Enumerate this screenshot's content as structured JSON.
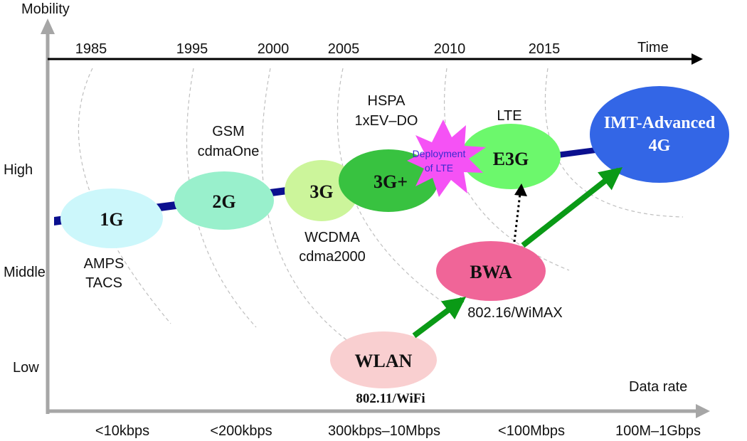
{
  "axes": {
    "y_title": "Mobility",
    "time_title": "Time",
    "x_title": "Data rate",
    "mobility_levels": [
      "High",
      "Middle",
      "Low"
    ],
    "years": [
      "1985",
      "1995",
      "2000",
      "2005",
      "2010",
      "2015"
    ],
    "data_rates": [
      "<10kbps",
      "<200kbps",
      "300kbps–10Mbps",
      "<100Mbps",
      "100M–1Gbps"
    ]
  },
  "generations": {
    "g1": {
      "label": "1G",
      "tech": [
        "AMPS",
        "TACS"
      ]
    },
    "g2": {
      "label": "2G",
      "tech": [
        "GSM",
        "cdmaOne"
      ]
    },
    "g3": {
      "label": "3G",
      "tech": [
        "WCDMA",
        "cdma2000"
      ]
    },
    "g3p": {
      "label": "3G+",
      "tech": [
        "HSPA",
        "1xEV–DO"
      ]
    },
    "e3g": {
      "label": "E3G",
      "tech": "LTE"
    },
    "imt": {
      "label_line1": "IMT-Advanced",
      "label_line2": "4G"
    }
  },
  "deployment": {
    "line1": "Deployment",
    "line2": "of LTE"
  },
  "bwa": {
    "label": "BWA",
    "standard": "802.16/WiMAX"
  },
  "wlan": {
    "label": "WLAN",
    "standard": "802.11/WiFi"
  },
  "colors": {
    "axis_gray": "#a6a6a6",
    "evolution_band": "#0b108f",
    "g1": "#ccf7fb",
    "g2": "#99f0cc",
    "g3": "#ccf59b",
    "g3p": "#38c240",
    "e3g": "#6cf86c",
    "imt": "#3366e6",
    "bwa": "#f06598",
    "wlan": "#f9cfd0",
    "star": "#f552f5",
    "star_text": "#3a2ad0",
    "arrow_green": "#0a9a16"
  }
}
